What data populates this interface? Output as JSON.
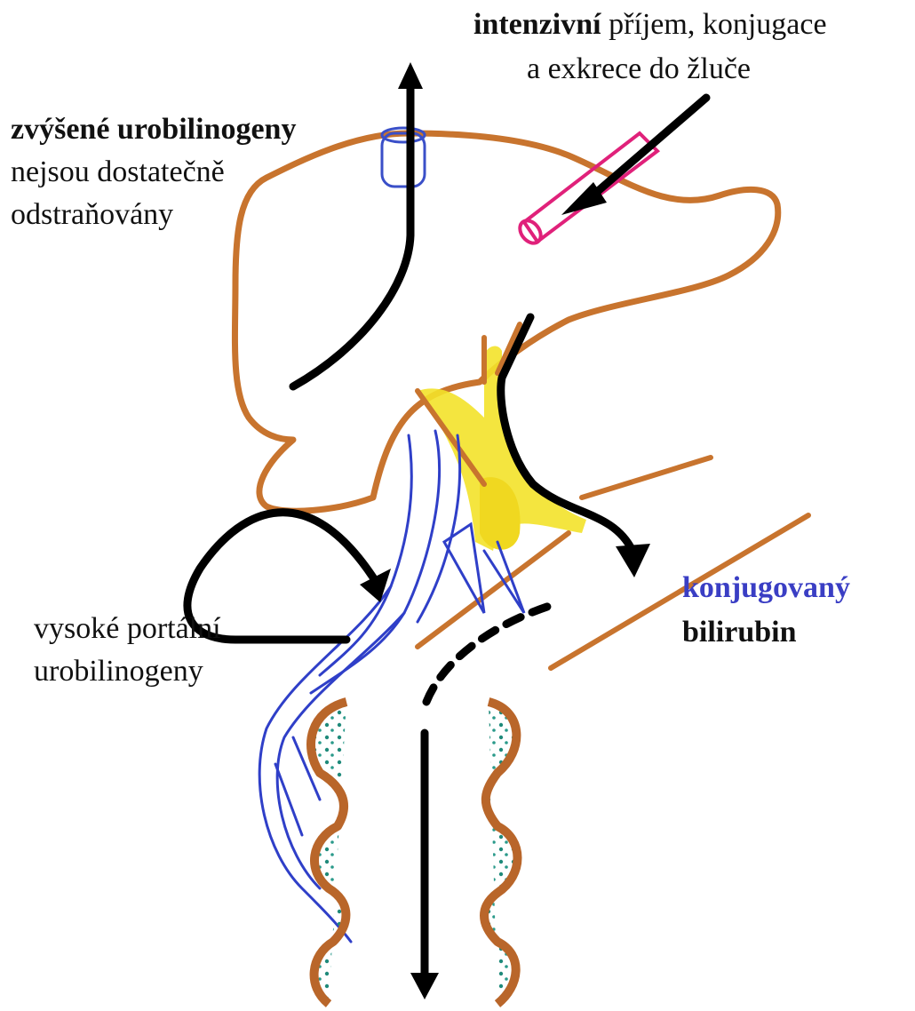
{
  "labels": {
    "top_right": {
      "bold": "intenzivní",
      "rest": " příjem, konjugace",
      "line2": "a exkrece do žluče"
    },
    "top_left": {
      "line1": "zvýšené urobilinogeny",
      "line2": "nejsou dostatečně",
      "line3": "odstraňovány"
    },
    "mid_left": {
      "line1": "vysoké portální",
      "line2": "urobilinogeny"
    },
    "right": {
      "line1": "konjugovaný",
      "line2": "bilirubin"
    }
  },
  "colors": {
    "liver": "#c8742e",
    "portal_vein": "#2f3fc8",
    "bile": "#f3e22a",
    "hepatic_artery": "#e0217a",
    "hepatic_vein": "#3a4fc8",
    "intestine_dots": "#1f8a7a",
    "arrows": "#000000",
    "conjugated_text": "#3a3ec4"
  }
}
